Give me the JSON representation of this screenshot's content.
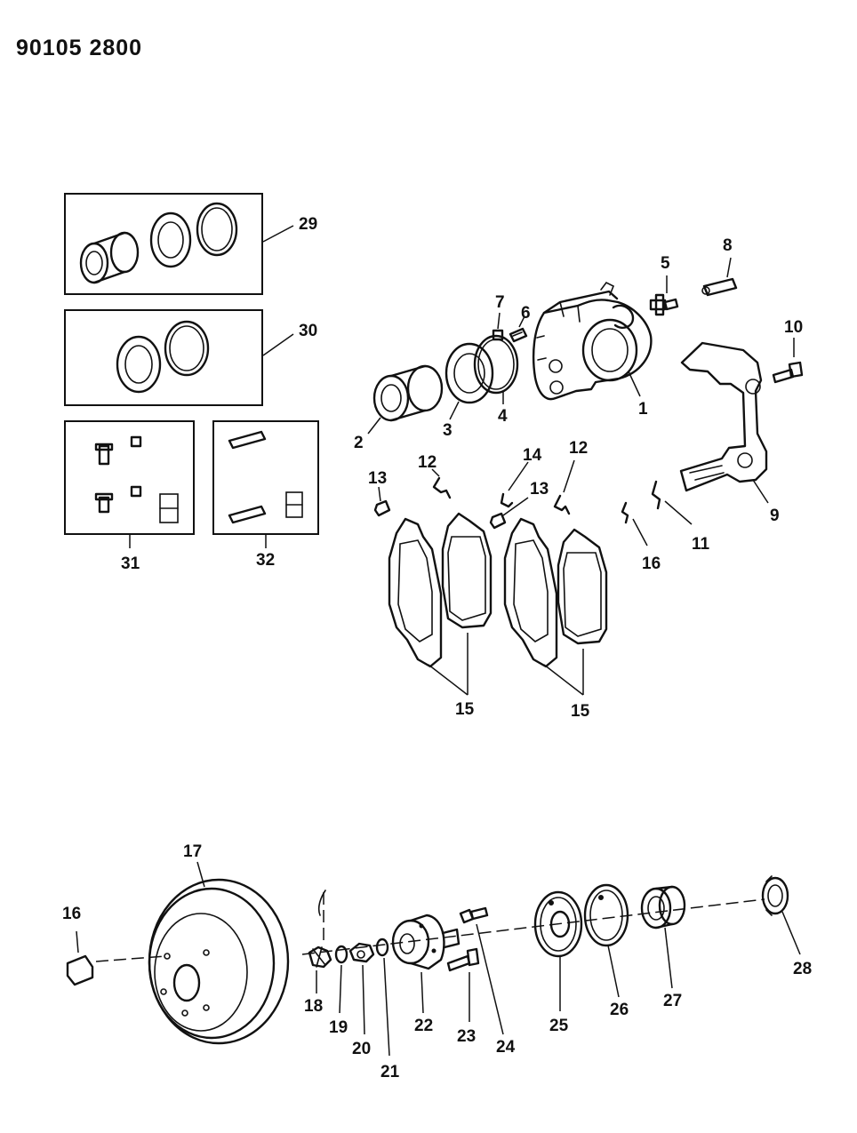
{
  "diagram": {
    "drawing_number": "90105 2800",
    "callouts": [
      "1",
      "2",
      "3",
      "4",
      "5",
      "6",
      "7",
      "8",
      "9",
      "10",
      "11",
      "12",
      "13",
      "14",
      "15",
      "16",
      "17",
      "18",
      "19",
      "20",
      "21",
      "22",
      "23",
      "24",
      "25",
      "26",
      "27",
      "28",
      "29",
      "30",
      "31",
      "32"
    ]
  }
}
